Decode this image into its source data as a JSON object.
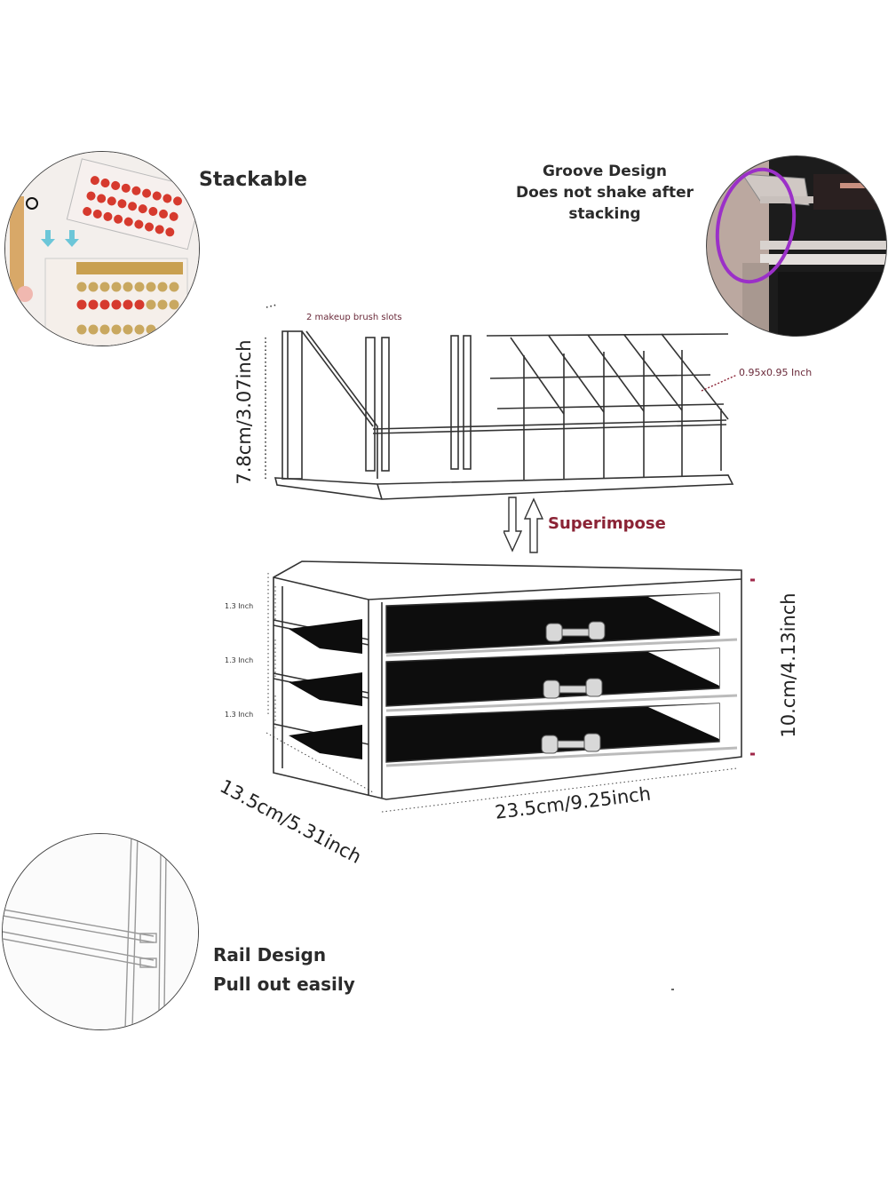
{
  "features": {
    "stackable": {
      "title": "Stackable"
    },
    "groove": {
      "title": "Groove Design",
      "subtitle": "Does not shake after stacking"
    },
    "rail": {
      "title": "Rail Design",
      "subtitle": "Pull out easily"
    }
  },
  "top_organizer": {
    "brush_slots_label": "2 makeup brush slots",
    "slot_size_label": "0.95x0.95 Inch",
    "height_label": "7.8cm/3.07inch"
  },
  "superimpose_label": "Superimpose",
  "drawer_unit": {
    "drawer_heights": [
      "1.3 Inch",
      "1.3 Inch",
      "1.3 Inch"
    ],
    "depth_label": "13.5cm/5.31inch",
    "width_label": "23.5cm/9.25inch",
    "height_label": "10.cm/4.13inch"
  },
  "colors": {
    "accent_red": "#8b2335",
    "dimension_bar": "#a0284a",
    "groove_highlight": "#9b30c8",
    "velvet": "#0d0d0d"
  }
}
